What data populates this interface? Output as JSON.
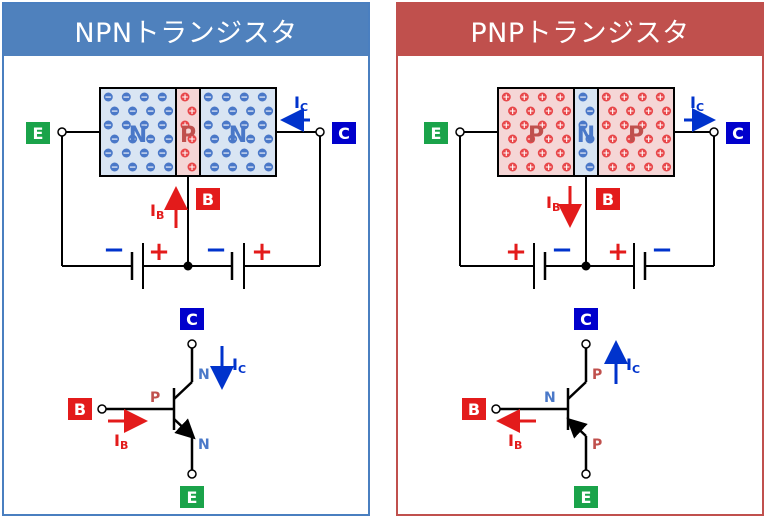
{
  "npn": {
    "title": "NPNトランジスタ",
    "terminals": {
      "emitter": "E",
      "collector": "C",
      "base": "B"
    },
    "regions": [
      "N",
      "P",
      "N"
    ],
    "current_ic": "I",
    "current_ic_sub": "C",
    "current_ib": "I",
    "current_ib_sub": "B",
    "battery_left": {
      "neg": "−",
      "pos": "+"
    },
    "battery_right": {
      "neg": "−",
      "pos": "+"
    },
    "symbol": {
      "base_label": "P",
      "collector_label": "N",
      "emitter_label": "N"
    }
  },
  "pnp": {
    "title": "PNPトランジスタ",
    "terminals": {
      "emitter": "E",
      "collector": "C",
      "base": "B"
    },
    "regions": [
      "P",
      "N",
      "P"
    ],
    "current_ic": "I",
    "current_ic_sub": "C",
    "current_ib": "I",
    "current_ib_sub": "B",
    "battery_left": {
      "pos": "+",
      "neg": "−"
    },
    "battery_right": {
      "pos": "+",
      "neg": "−"
    },
    "symbol": {
      "base_label": "N",
      "collector_label": "P",
      "emitter_label": "P"
    }
  },
  "colors": {
    "npn_accent": "#4f81bd",
    "pnp_accent": "#c0504d",
    "emitter_box": "#1aa34a",
    "collector_box": "#0000cc",
    "base_box": "#e31b1b",
    "n_region_fill": "#d9e5f3",
    "p_region_fill": "#f5d6d6",
    "electron": "#4a78c8",
    "hole": "#e8474a",
    "arrow_blue": "#0033cc",
    "arrow_red": "#e31b1b"
  },
  "carrier_legend": {
    "electron_sign": "−",
    "hole_sign": "+"
  }
}
